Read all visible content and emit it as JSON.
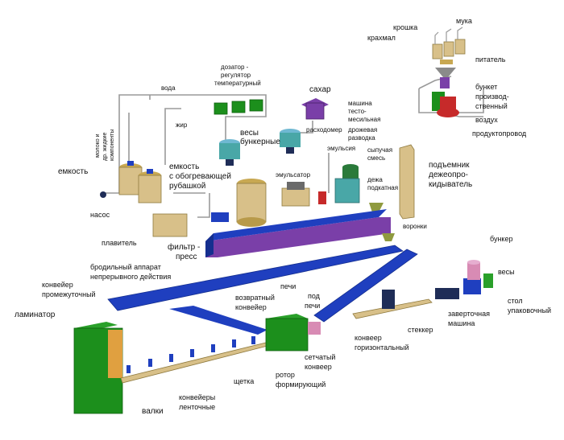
{
  "labels": {
    "muka": "мука",
    "kroshka": "крошка",
    "krahmal": "крахмал",
    "pitatel": "питатель",
    "bunker_prod_1": "бункет",
    "bunker_prod_2": "производ-",
    "bunker_prod_3": "ственный",
    "vozduh": "воздух",
    "produktoprovod": "продуктопровод",
    "sahar": "сахар",
    "mashina_1": "машина",
    "mashina_2": "тесто-",
    "mashina_3": "месильная",
    "dozator_1": "дозатор -",
    "dozator_2": "регулятор",
    "dozator_3": "температурный",
    "voda": "вода",
    "zhir": "жир",
    "vesy_bunkernye_1": "весы",
    "vesy_bunkernye_2": "бункерные",
    "rashodomer": "расходомер",
    "drozhevaya_1": "дрожевая",
    "drozhevaya_2": "разводка",
    "emulsiya": "эмульсия",
    "sypuchaya_1": "сыпучая",
    "sypuchaya_2": "смесь",
    "podemnik_1": "подъемник",
    "podemnik_2": "дежеопро-",
    "podemnik_3": "кидыватель",
    "moloko_1": "молоко и",
    "moloko_2": "др. жидкие",
    "moloko_3": "компоненты",
    "emkost": "емкость",
    "emkost_obogr_1": "емкость",
    "emkost_obogr_2": "с обогревающей",
    "emkost_obogr_3": "рубашкой",
    "emulgator": "эмульсатор",
    "dezha_1": "дежа",
    "dezha_2": "подкатная",
    "nasos": "насос",
    "voronki": "воронки",
    "plavitel": "плавитель",
    "filtr_1": "фильтр -",
    "filtr_2": "пресс",
    "bunker": "бункер",
    "brodilny_1": "бродильный аппарат",
    "brodilny_2": "непрерывного действия",
    "vesy": "весы",
    "konveier_prom_1": "конвейер",
    "konveier_prom_2": "промежуточный",
    "pechi": "печи",
    "vozvratny_1": "возвратный",
    "vozvratny_2": "конвейер",
    "pod_pechi_1": "под",
    "pod_pechi_2": "печи",
    "stol_1": "стол",
    "stol_2": "упаковочный",
    "laminator": "ламинатор",
    "zavertochnaya_1": "заверточная",
    "zavertochnaya_2": "машина",
    "stekker": "стеккер",
    "konveier_gor_1": "конвеер",
    "konveier_gor_2": "горизонтальный",
    "setchaty_1": "сетчатый",
    "setchaty_2": "конвеер",
    "shchetka": "щетка",
    "rotor_1": "ротор",
    "rotor_2": "формирующий",
    "konveiery_lent_1": "конвейеры",
    "konveiery_lent_2": "ленточные",
    "valki": "валки"
  },
  "colors": {
    "blue": "#1f3fbf",
    "purple": "#7a3fa8",
    "green": "#1c8f1c",
    "pipe": "#9a9a9a",
    "tan": "#d8c089",
    "gold": "#c8a852",
    "teal": "#49a7a7",
    "red": "#c62a2a",
    "pink": "#d88bb4",
    "navy": "#1f2d57"
  }
}
